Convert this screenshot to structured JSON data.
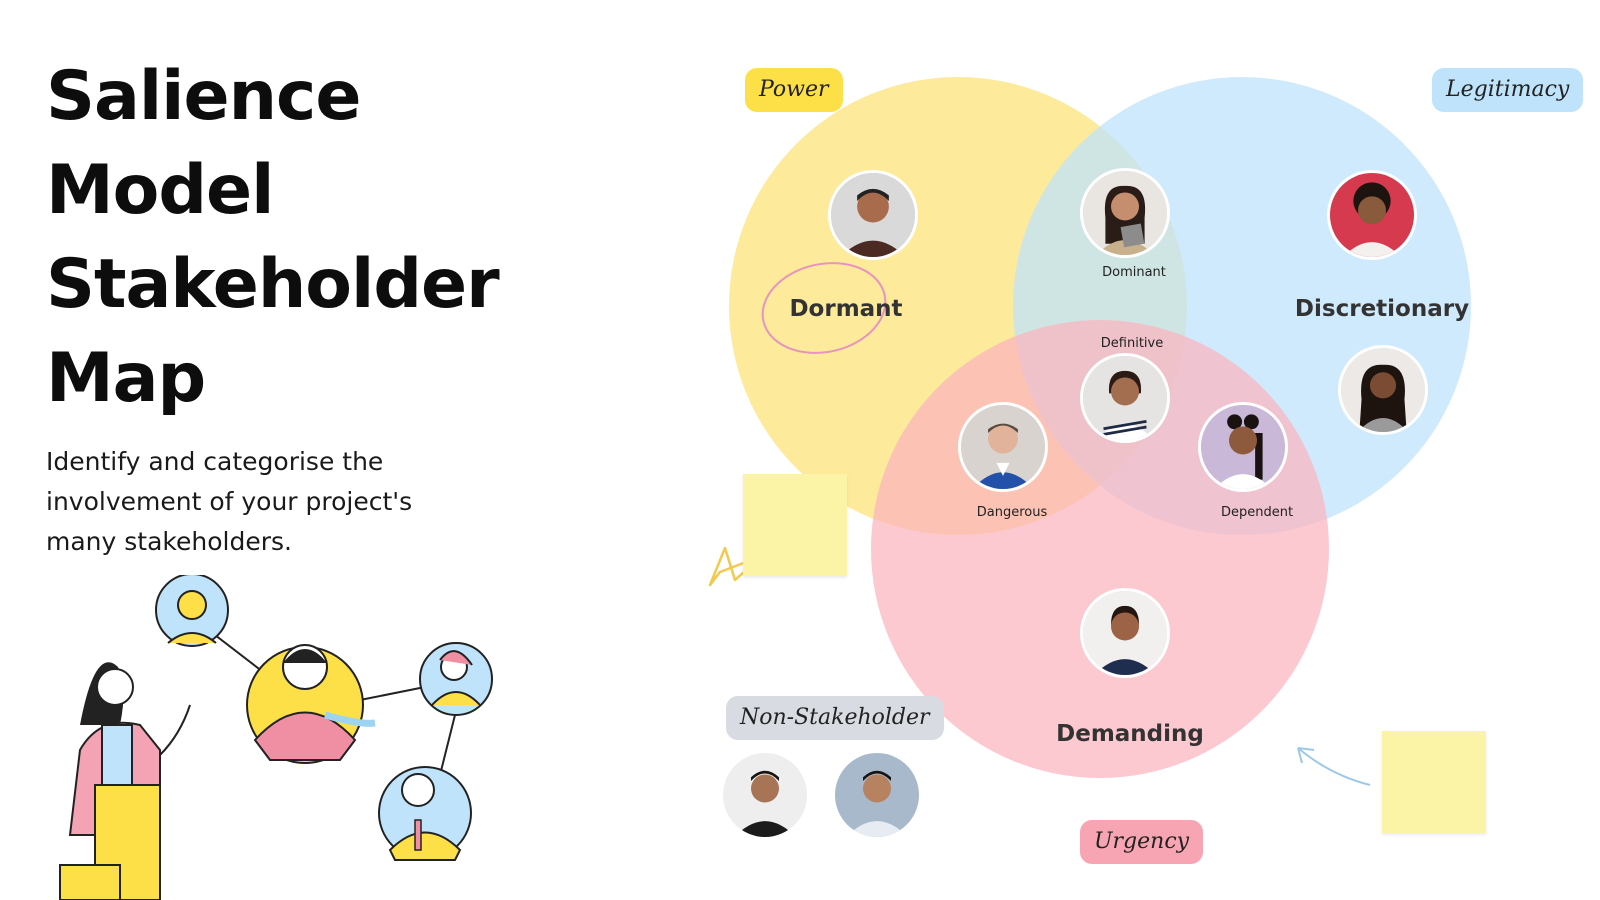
{
  "title": {
    "lines": [
      "Salience",
      "Model",
      "Stakeholder",
      "Map"
    ]
  },
  "subtitle": "Identify and categorise the involvement of your project's many stakeholders.",
  "tags": {
    "power": "Power",
    "legitimacy": "Legitimacy",
    "urgency": "Urgency",
    "non_stakeholder": "Non-Stakeholder"
  },
  "regions": {
    "dormant": "Dormant",
    "discretionary": "Discretionary",
    "demanding": "Demanding",
    "dominant": "Dominant",
    "definitive": "Definitive",
    "dangerous": "Dangerous",
    "dependent": "Dependent"
  },
  "colors": {
    "power": "#fde68a",
    "legitimacy": "#bfe3fb",
    "urgency": "#fbb4bf",
    "sticky": "#fbf3a6"
  },
  "icons": [
    "person-avatar",
    "star-doodle",
    "arrow-doodle",
    "circle-doodle"
  ]
}
